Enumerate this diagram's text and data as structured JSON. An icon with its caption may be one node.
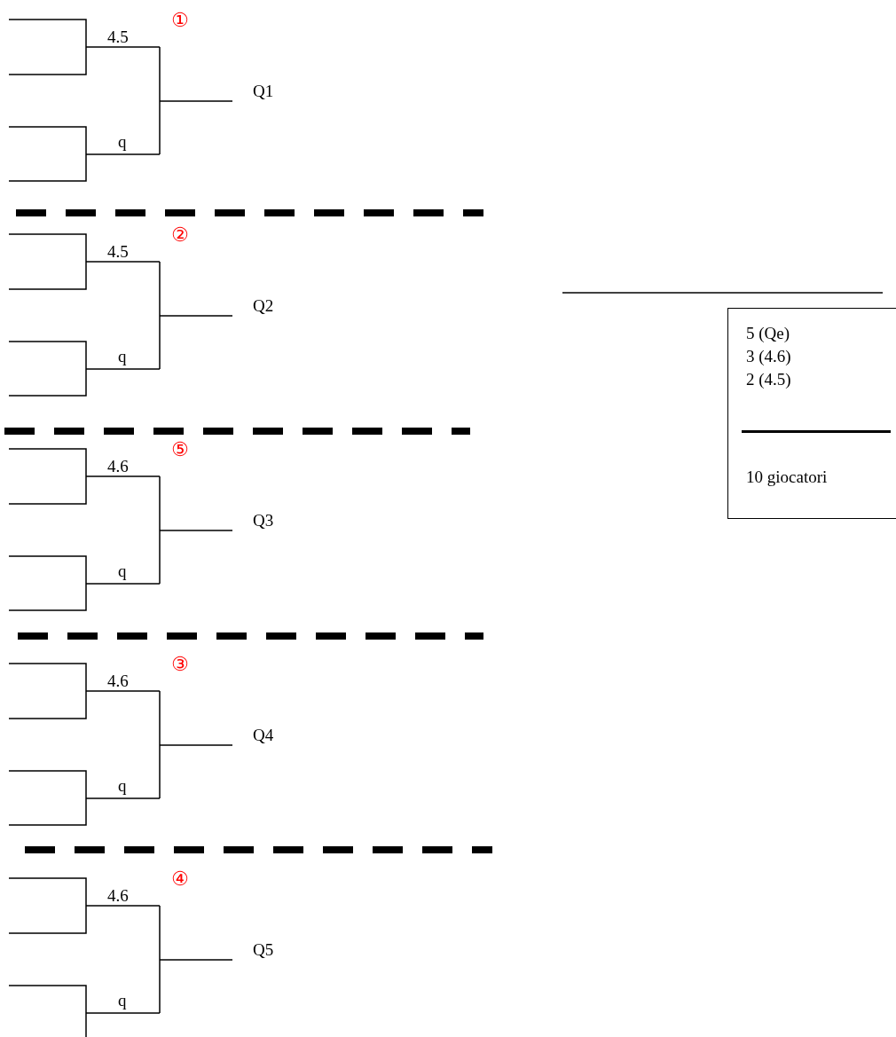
{
  "diagram": {
    "nodes": [
      {
        "text": [
          "5 (Qe)",
          "3 (4.6)",
          "2 (4.5)",
          "10 giocatori"
        ]
      }
    ],
    "labels": [
      "①",
      "4.5",
      "Q1",
      "q",
      "②",
      "4.5",
      "Q2",
      "q",
      "⑤",
      "4.6",
      "Q3",
      "q",
      "③",
      "4.6",
      "Q4",
      "q",
      "④",
      "4.6",
      "Q5",
      "q"
    ]
  }
}
